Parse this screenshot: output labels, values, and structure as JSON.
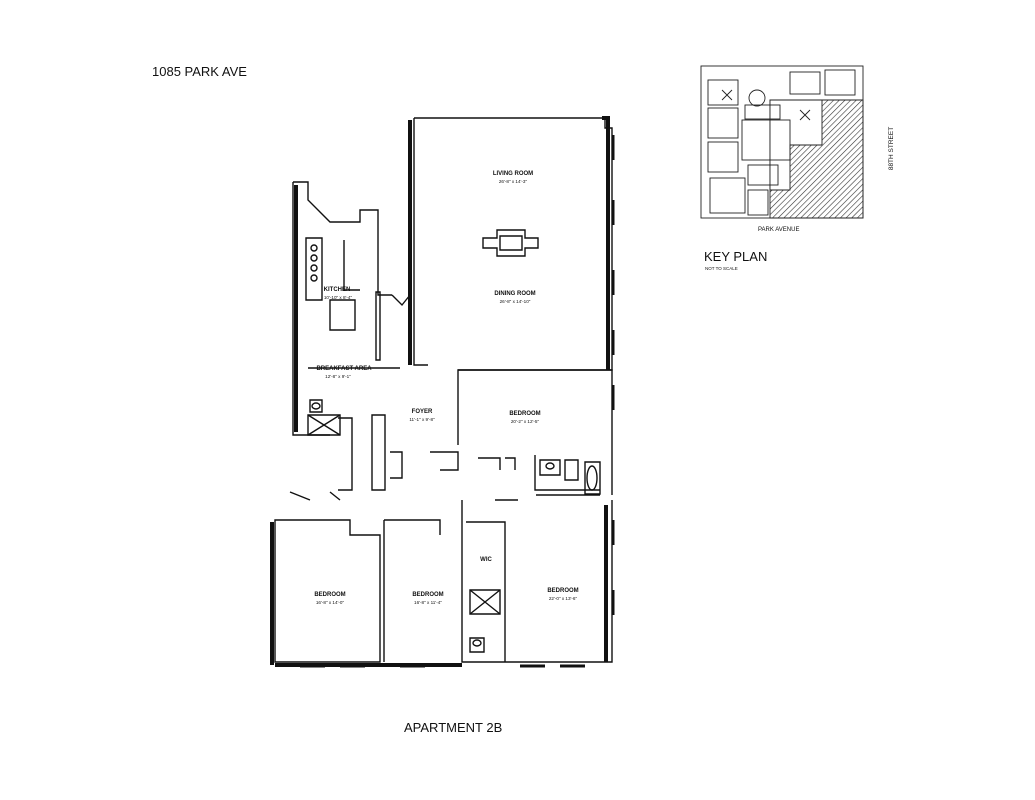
{
  "header": {
    "building": "1085 PARK AVE"
  },
  "footer": {
    "apartment": "APARTMENT 2B"
  },
  "key_plan": {
    "title": "KEY PLAN",
    "scale_note": "NOT TO SCALE",
    "avenue_label": "PARK AVENUE",
    "street_label": "88TH STREET"
  },
  "rooms": [
    {
      "id": "living-room",
      "name": "LIVING ROOM",
      "dims": "26'-8\" x 14'-3\""
    },
    {
      "id": "dining-room",
      "name": "DINING ROOM",
      "dims": "26'-8\" x 14'-10\""
    },
    {
      "id": "kitchen",
      "name": "KITCHEN",
      "dims": "10'-10\" x 8'-4\""
    },
    {
      "id": "breakfast-area",
      "name": "BREAKFAST AREA",
      "dims": "12'-8\" x 9'-1\""
    },
    {
      "id": "foyer",
      "name": "FOYER",
      "dims": "11'-1\" x 9'-8\""
    },
    {
      "id": "bedroom-main",
      "name": "BEDROOM",
      "dims": "20'-2\" x 12'-5\""
    },
    {
      "id": "wic",
      "name": "WIC",
      "dims": ""
    },
    {
      "id": "bedroom-1",
      "name": "BEDROOM",
      "dims": "16'-8\" x 14'-0\""
    },
    {
      "id": "bedroom-2",
      "name": "BEDROOM",
      "dims": "16'-8\" x 11'-4\""
    },
    {
      "id": "bedroom-3",
      "name": "BEDROOM",
      "dims": "22'-0\" x 13'-6\""
    }
  ]
}
